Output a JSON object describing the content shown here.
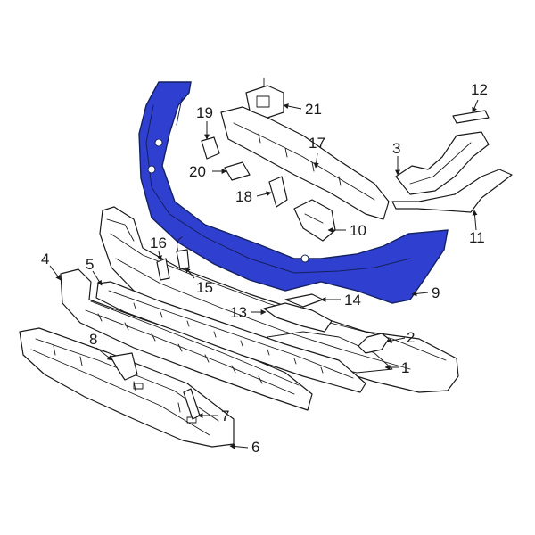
{
  "colors": {
    "highlight": "#2f3fd0",
    "line": "#1a1a1a",
    "background": "#ffffff"
  },
  "callouts": [
    "1",
    "2",
    "3",
    "4",
    "5",
    "6",
    "7",
    "8",
    "9",
    "10",
    "11",
    "12",
    "13",
    "14",
    "15",
    "16",
    "17",
    "18",
    "19",
    "20",
    "21"
  ],
  "highlighted_part": "9"
}
